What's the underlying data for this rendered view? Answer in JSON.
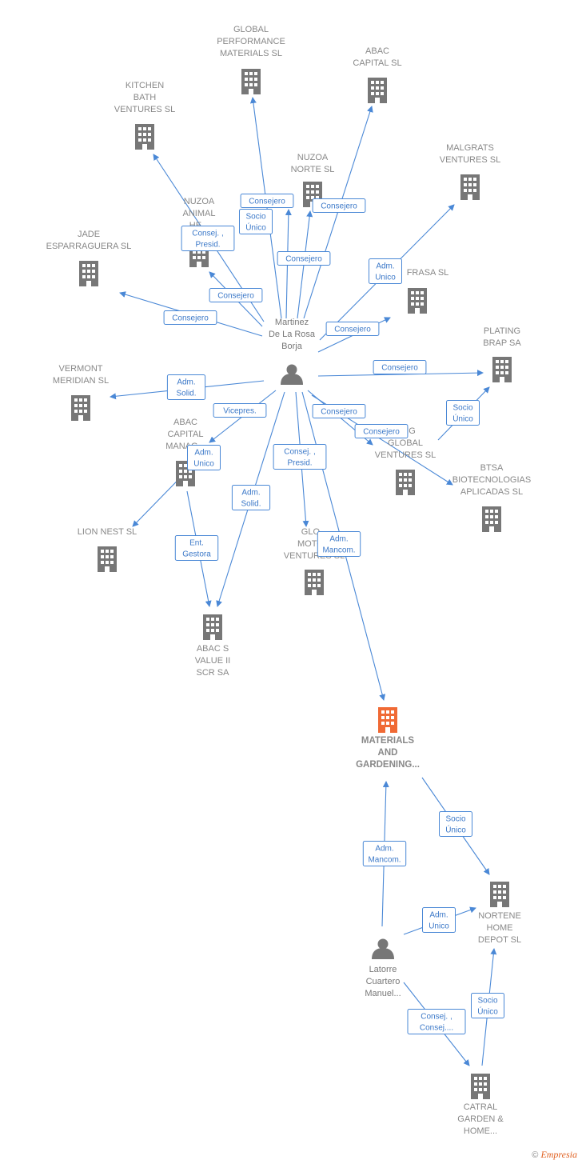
{
  "colors": {
    "edge": "#4a88d6",
    "building": "#777777",
    "main_building": "#f06a35",
    "person": "#777777"
  },
  "nodes": [
    {
      "id": "global_perf",
      "type": "company",
      "label": [
        "GLOBAL",
        "PERFORMANCE",
        "MATERIALS  SL"
      ]
    },
    {
      "id": "abac_capital",
      "type": "company",
      "label": [
        "ABAC",
        "CAPITAL  SL"
      ]
    },
    {
      "id": "kitchen_bath",
      "type": "company",
      "label": [
        "KITCHEN",
        "BATH",
        "VENTURES  SL"
      ]
    },
    {
      "id": "nuzoa_norte",
      "type": "company",
      "label": [
        "NUZOA",
        "NORTE  SL"
      ]
    },
    {
      "id": "malgrats",
      "type": "company",
      "label": [
        "MALGRATS",
        "VENTURES  SL"
      ]
    },
    {
      "id": "nuzoa_animal",
      "type": "company",
      "label": [
        "NUZOA",
        "ANIMAL",
        "HE..."
      ]
    },
    {
      "id": "jade",
      "type": "company",
      "label": [
        "JADE",
        "ESPARRAGUERA SL"
      ]
    },
    {
      "id": "frasa",
      "type": "company",
      "label": [
        "FRASA SL"
      ]
    },
    {
      "id": "plating",
      "type": "company",
      "label": [
        "PLATING",
        "BRAP SA"
      ]
    },
    {
      "id": "vermont",
      "type": "company",
      "label": [
        "VERMONT",
        "MERIDIAN  SL"
      ]
    },
    {
      "id": "abac_cap_manag",
      "type": "company",
      "label": [
        "ABAC",
        "CAPITAL",
        "MANAG..."
      ]
    },
    {
      "id": "trading_global",
      "type": "company",
      "label": [
        "...NG",
        "GLOBAL",
        "VENTURES  SL"
      ]
    },
    {
      "id": "btsa",
      "type": "company",
      "label": [
        "BTSA",
        "BIOTECNOLOGIAS",
        "APLICADAS SL"
      ]
    },
    {
      "id": "lion_nest",
      "type": "company",
      "label": [
        "LION NEST  SL"
      ]
    },
    {
      "id": "global_motor",
      "type": "company",
      "label": [
        "GLO...",
        "MOTO...",
        "VENTURES  SL"
      ]
    },
    {
      "id": "abac_s_value",
      "type": "company",
      "label": [
        "ABAC S",
        "VALUE II",
        "SCR SA"
      ]
    },
    {
      "id": "materials",
      "type": "main",
      "label": [
        "MATERIALS",
        "AND",
        "GARDENING..."
      ]
    },
    {
      "id": "nortene",
      "type": "company",
      "label": [
        "NORTENE",
        "HOME",
        "DEPOT  SL"
      ]
    },
    {
      "id": "catral",
      "type": "company",
      "label": [
        "CATRAL",
        "GARDEN &",
        "HOME..."
      ]
    },
    {
      "id": "martinez",
      "type": "person",
      "label": [
        "Martinez",
        "De La Rosa",
        "Borja"
      ]
    },
    {
      "id": "latorre",
      "type": "person",
      "label": [
        "Latorre",
        "Cuartero",
        "Manuel..."
      ]
    }
  ],
  "edges": [
    {
      "from": "martinez",
      "to": "global_perf",
      "role": [
        "Consejero"
      ]
    },
    {
      "from": "martinez",
      "to": "abac_capital",
      "role": [
        "Consejero"
      ]
    },
    {
      "from": "martinez",
      "to": "kitchen_bath",
      "role": [
        "Consej. ,",
        "Presid."
      ]
    },
    {
      "from": "martinez",
      "to": "nuzoa_norte",
      "role": [
        "Socio",
        "Único"
      ]
    },
    {
      "from": "martinez",
      "to": "nuzoa_norte",
      "role": [
        "Consejero"
      ]
    },
    {
      "from": "martinez",
      "to": "malgrats",
      "role": [
        "Adm.",
        "Unico"
      ]
    },
    {
      "from": "martinez",
      "to": "nuzoa_animal",
      "role": [
        "Consejero"
      ]
    },
    {
      "from": "martinez",
      "to": "jade",
      "role": [
        "Consejero"
      ]
    },
    {
      "from": "martinez",
      "to": "frasa",
      "role": [
        "Consejero"
      ]
    },
    {
      "from": "martinez",
      "to": "plating",
      "role": [
        "Consejero"
      ]
    },
    {
      "from": "martinez",
      "to": "vermont",
      "role": [
        "Adm.",
        "Solid."
      ]
    },
    {
      "from": "martinez",
      "to": "abac_cap_manag",
      "role": [
        "Vicepres."
      ]
    },
    {
      "from": "martinez",
      "to": "trading_global",
      "role": [
        "Consejero"
      ]
    },
    {
      "from": "martinez",
      "to": "btsa",
      "role": [
        "Consejero"
      ]
    },
    {
      "from": "trading_global",
      "to": "plating",
      "role": [
        "Socio",
        "Único"
      ]
    },
    {
      "from": "abac_cap_manag",
      "to": "lion_nest",
      "role": [
        "Adm.",
        "Unico"
      ]
    },
    {
      "from": "martinez",
      "to": "global_motor",
      "role": [
        "Consej. ,",
        "Presid."
      ]
    },
    {
      "from": "martinez",
      "to": "abac_s_value",
      "role": [
        "Adm.",
        "Solid."
      ]
    },
    {
      "from": "abac_cap_manag",
      "to": "abac_s_value",
      "role": [
        "Ent.",
        "Gestora"
      ]
    },
    {
      "from": "martinez",
      "to": "materials",
      "role": [
        "Adm.",
        "Mancom."
      ]
    },
    {
      "from": "materials",
      "to": "nortene",
      "role": [
        "Socio",
        "Único"
      ]
    },
    {
      "from": "latorre",
      "to": "materials",
      "role": [
        "Adm.",
        "Mancom."
      ]
    },
    {
      "from": "latorre",
      "to": "nortene",
      "role": [
        "Adm.",
        "Unico"
      ]
    },
    {
      "from": "latorre",
      "to": "catral",
      "role": [
        "Consej. ,",
        "Consej...."
      ]
    },
    {
      "from": "catral",
      "to": "nortene",
      "role": [
        "Socio",
        "Único"
      ]
    }
  ],
  "footer": {
    "copyright": "©",
    "brand": "Empresia"
  }
}
